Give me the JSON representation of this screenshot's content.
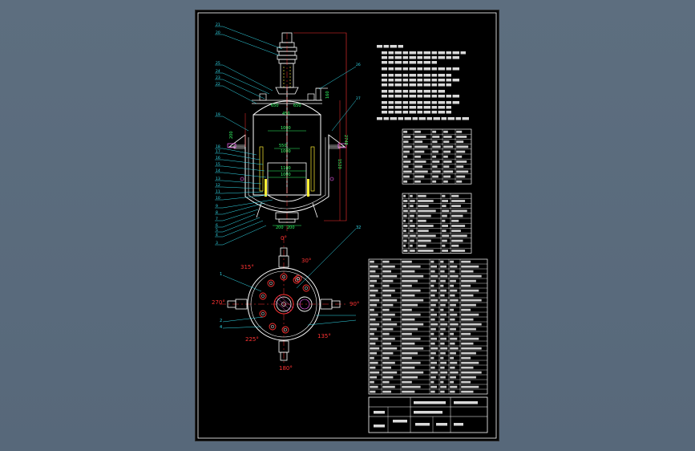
{
  "part_numbers_left": [
    "21",
    "20",
    "25",
    "24",
    "23",
    "22",
    "19",
    "18",
    "17",
    "16",
    "15",
    "14",
    "13",
    "12",
    "11",
    "10",
    "9",
    "8",
    "7",
    "6",
    "5",
    "4",
    "3"
  ],
  "part_numbers_right": [
    "26",
    "27"
  ],
  "plan_part_numbers": [
    "1",
    "2",
    "4",
    "32"
  ],
  "dimensions": {
    "d650_left": "650",
    "d650_right": "650",
    "d450": "450",
    "d1000": "1000",
    "d550": "550",
    "d1000b": "1000",
    "d1100": "1100",
    "d1000c": "1000",
    "h160": "160",
    "h200": "200",
    "h2748": "2748",
    "h1520": "1520",
    "w200a": "200",
    "w200b": "200"
  },
  "angles": {
    "a0": "0°",
    "a30": "30°",
    "a315": "315°",
    "a270": "270°",
    "a90": "90°",
    "a225": "225°",
    "a135": "135°",
    "a180": "180°"
  },
  "colors": {
    "outline": "#ffffff",
    "centerline": "#ff3333",
    "dimension": "#33ff66",
    "leader": "#33ddee",
    "hidden": "#ffee33",
    "nozzle": "#ff66ff",
    "hatch": "#4488ff"
  }
}
